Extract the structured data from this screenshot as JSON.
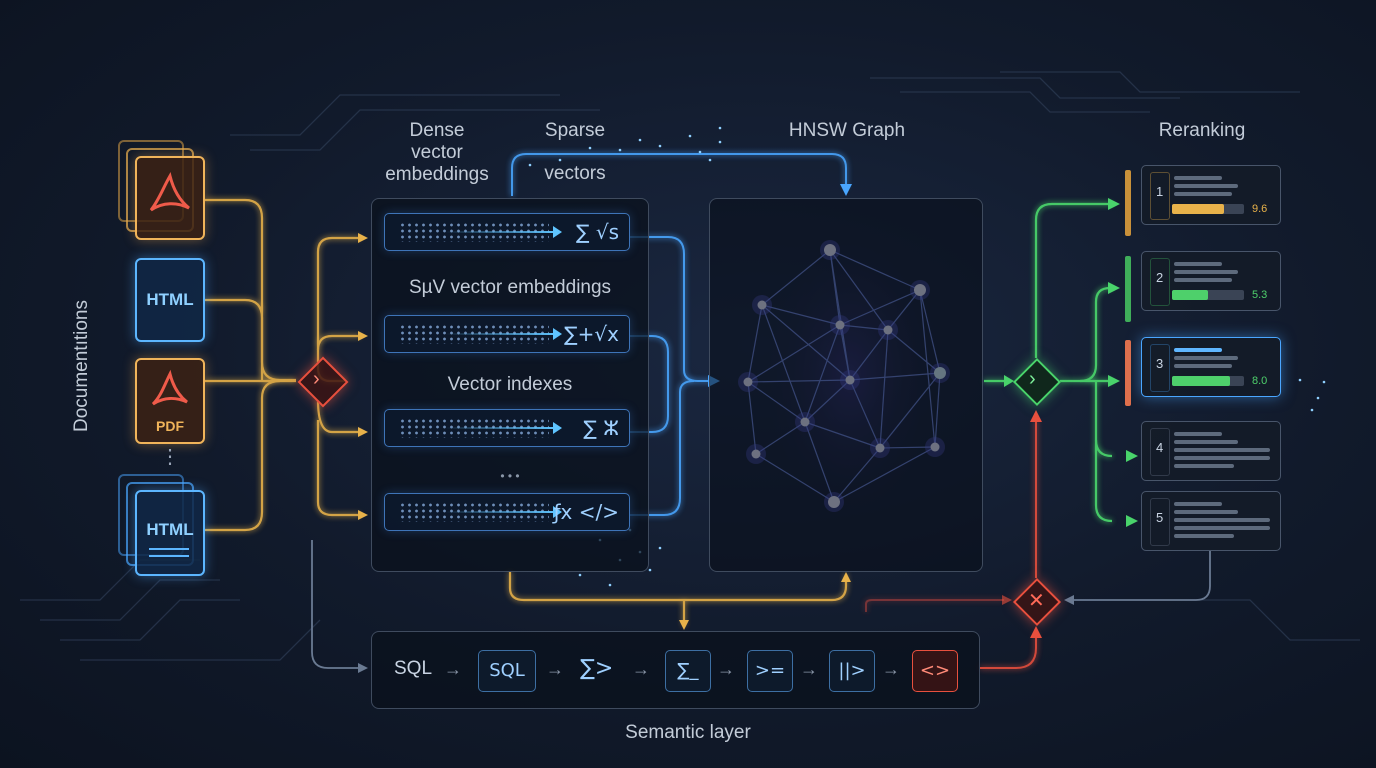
{
  "labels": {
    "documents": "Documentıtions",
    "dense": [
      "Dense",
      "vector",
      "embeddings"
    ],
    "sparse": [
      "Sparse",
      "vectors"
    ],
    "hnsw": "HNSW Graph",
    "reranking": "Reranking",
    "svv_embeddings": "SµV vector embeddings",
    "vector_indexes": "Vector indexes",
    "ellipsis": "• • •",
    "semantic_layer": "Semantic layer"
  },
  "documents": [
    {
      "type": "pdf-stack-icon",
      "label": ""
    },
    {
      "type": "html-icon",
      "label": "HTML"
    },
    {
      "type": "pdf-icon",
      "label": "PDF"
    },
    {
      "type": "vertical-ellipsis",
      "label": "⋮"
    },
    {
      "type": "html-stack-icon",
      "label": "HTML"
    }
  ],
  "vector_bars": [
    {
      "symbol": "∑ √ꜱ"
    },
    {
      "symbol": "∑+√x"
    },
    {
      "symbol": "∑ ⵣ"
    },
    {
      "symbol": "ƒx </>"
    }
  ],
  "sql_pipeline": {
    "start_label": "SQL",
    "boxes": [
      "SQL",
      "∑>",
      "∑_",
      ">=",
      "||>",
      "<>"
    ]
  },
  "reranking": [
    {
      "rank": "1",
      "score": "9.6",
      "fill": 0.72,
      "color": "#e8b24a"
    },
    {
      "rank": "2",
      "score": "5.3",
      "fill": 0.5,
      "color": "#4ed06b"
    },
    {
      "rank": "3",
      "score": "8.0",
      "fill": 0.8,
      "color": "#4ed06b"
    },
    {
      "rank": "4",
      "score": "",
      "fill": 0,
      "color": ""
    },
    {
      "rank": "5",
      "score": "",
      "fill": 0,
      "color": ""
    }
  ],
  "colors": {
    "yellow_flow": "#e8b24a",
    "blue_flow": "#4aa6ff",
    "green_flow": "#49d36b",
    "red_flow": "#e8503e",
    "graph_node": "#9db8ff"
  }
}
